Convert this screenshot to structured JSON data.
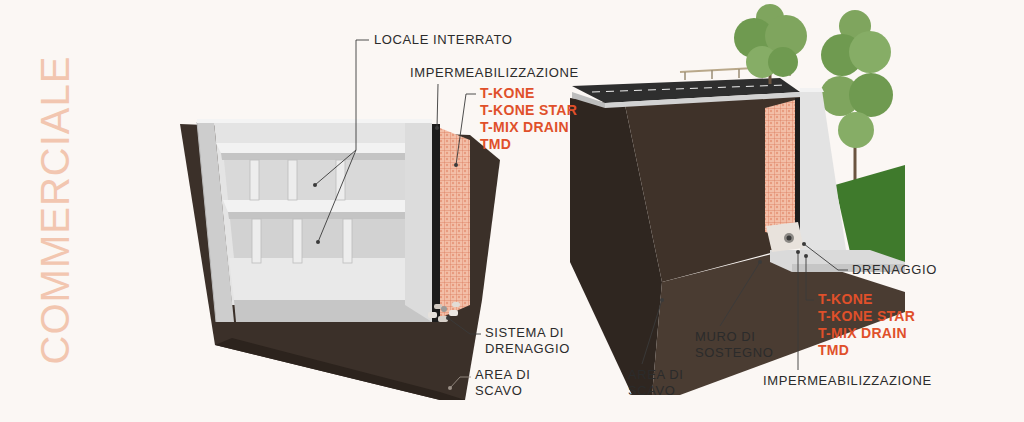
{
  "diagram": {
    "title": "COMMERCIALE",
    "labels": [
      "LOCALE INTERRATO",
      "IMPERMEABILIZZAZIONE",
      "T-KONE",
      "T-KONE STAR",
      "T-MIX DRAIN",
      "TMD",
      "SISTEMA DI DRENAGGIO",
      "AREA DI SCAVO",
      "DRENAGGIO",
      "T-KONE",
      "T-KONE STAR",
      "T-MIX DRAIN",
      "TMD",
      "MURO DI SOSTEGNO",
      "AREA DI SCAVO",
      "IMPERMEABILIZZAZIONE"
    ]
  }
}
